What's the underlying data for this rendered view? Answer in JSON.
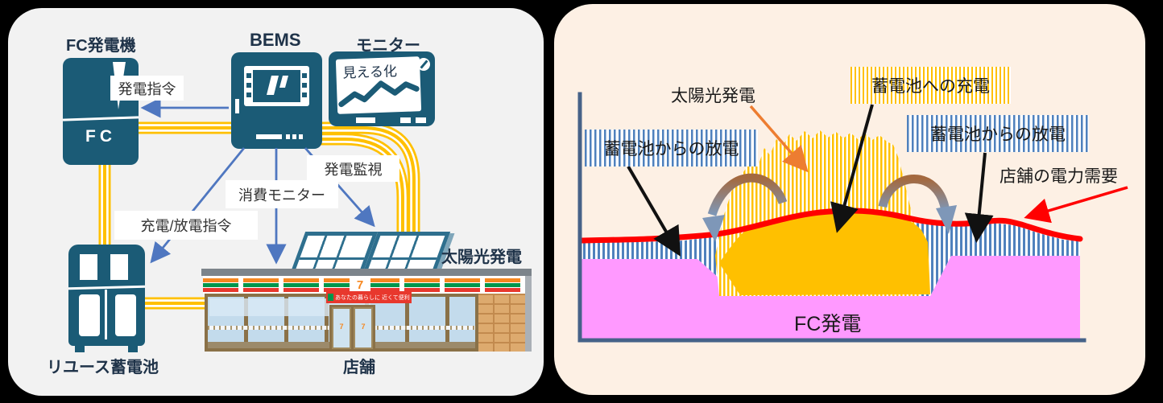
{
  "colors": {
    "page_bg": "#000000",
    "left_bg": "#f2f2f2",
    "right_bg": "#fdf0e4",
    "device_teal": "#1b5b76",
    "title_navy": "#1f3349",
    "small_label": "#323232",
    "cable_yellow": "#ffc000",
    "arrow_blue": "#4f77c0",
    "axis_slate": "#466288",
    "fc_pink": "#ff99ff",
    "solar_orange": "#ffc000",
    "demand_red": "#ff0000",
    "stripe_blue": "#4f81bd",
    "annot_orange": "#ed7d31",
    "curve_arrow_brown": "#a4693f",
    "curve_arrow_slate": "#7e97b8",
    "panel_frame": "#2e6f8e",
    "roof_gray": "#7c848b",
    "fascia_orange": "#f6871f",
    "fascia_green": "#00964b",
    "fascia_red": "#e8382d",
    "brick": "#ddaa6e",
    "window_frame": "#8a7148",
    "glass": "#c3dbec"
  },
  "left_diagram": {
    "fc_generator": {
      "title": "FC発電機",
      "unit_label": "FC"
    },
    "bems": {
      "title": "BEMS"
    },
    "monitor": {
      "title": "モニター",
      "screen_text": "見える化"
    },
    "battery": {
      "title": "リユース蓄電池"
    },
    "solar": {
      "title": "太陽光発電"
    },
    "store": {
      "title": "店舗",
      "banner": "あなたの暮らしに 近くて便利!",
      "logo_text": "7"
    },
    "flows": {
      "generation_command": "発電指令",
      "generation_monitoring": "発電監視",
      "consumption_monitor": "消費モニター",
      "charge_discharge_command": "充電/放電指令"
    }
  },
  "right_chart": {
    "labels": {
      "solar": "太陽光発電",
      "charge": "蓄電池への充電",
      "discharge_left": "蓄電池からの放電",
      "discharge_right": "蓄電池からの放電",
      "demand": "店舗の電力需要",
      "fc": "FC発電"
    },
    "chart_data": {
      "type": "area",
      "title": "",
      "description": "1日の店舗電力需給の概念図（軸の目盛り・数値表示なし）",
      "x_axis": {
        "label": "",
        "ticks": [],
        "range_norm": [
          0,
          1
        ]
      },
      "y_axis": {
        "label": "",
        "ticks": [],
        "range_norm": [
          0,
          100
        ]
      },
      "grid": false,
      "x_norm": [
        0,
        0.06,
        0.13,
        0.19,
        0.25,
        0.31,
        0.38,
        0.44,
        0.5,
        0.56,
        0.63,
        0.69,
        0.75,
        0.81,
        0.88,
        0.94,
        1
      ],
      "series": [
        {
          "name": "店舗の電力需要",
          "type": "line",
          "color": "#ff0000",
          "values_pct": [
            41,
            41,
            42,
            43,
            47,
            50,
            52,
            52,
            51,
            49,
            48,
            47,
            49,
            48,
            45,
            42,
            41
          ]
        },
        {
          "name": "FC発電",
          "type": "area",
          "color": "#ff99ff",
          "values_pct": [
            33,
            33,
            33,
            33,
            24,
            18,
            18,
            18,
            18,
            18,
            18,
            18,
            28,
            33,
            33,
            33,
            33
          ]
        },
        {
          "name": "太陽光発電",
          "type": "area-hatched",
          "color": "#ffc000",
          "values_pct": [
            0,
            0,
            0,
            0,
            14,
            48,
            70,
            80,
            83,
            84,
            82,
            60,
            20,
            0,
            0,
            0,
            0
          ]
        },
        {
          "name": "蓄電池への充電",
          "type": "region",
          "pattern": "yellow-vertical-stripes",
          "description": "太陽光発電が需要線を上回る昼間の余剰部分"
        },
        {
          "name": "蓄電池からの放電",
          "type": "region",
          "pattern": "blue-vertical-stripes",
          "description": "朝・夕に需要線とFC発電の差を補う左右の縞部分"
        }
      ],
      "legend_position": "annotations-on-plot"
    }
  }
}
